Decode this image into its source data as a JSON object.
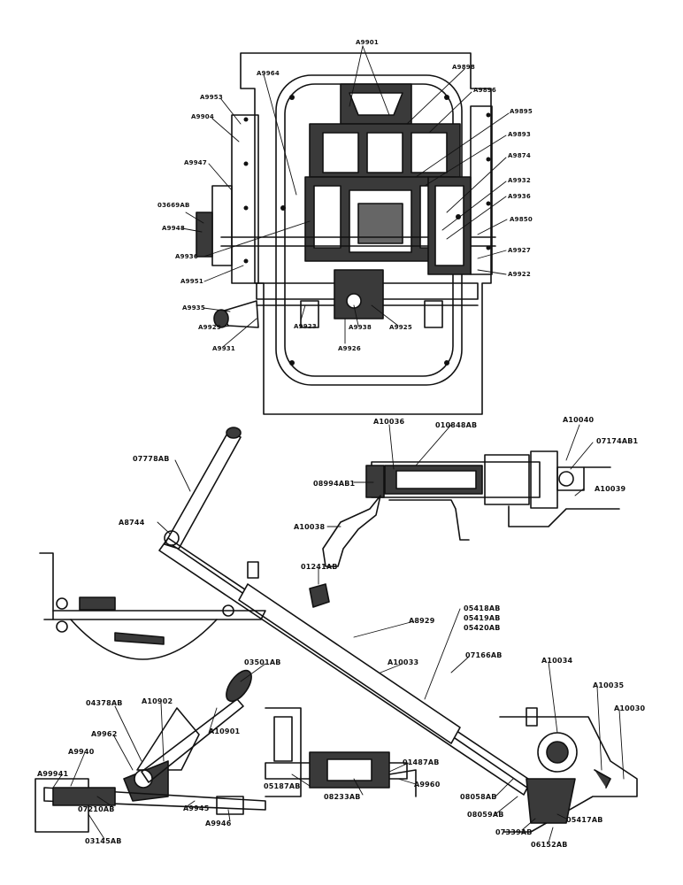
{
  "colors": {
    "ink": "#111111",
    "paper": "#ffffff",
    "shade": "#3a3a3a"
  },
  "top_view": {
    "labels": {
      "a9901": "A9901",
      "a9898": "A9898",
      "a9964": "A9964",
      "a9953": "A9953",
      "a9896": "A9896",
      "a9904": "A9904",
      "a9895": "A9895",
      "a9893": "A9893",
      "a9874": "A9874",
      "a9947": "A9947",
      "a9932": "A9932",
      "a9936r": "A9936",
      "a9850": "A9850",
      "p03669ab": "03669AB",
      "a9948": "A9948",
      "a9936l": "A9936",
      "a9927": "A9927",
      "a9922": "A9922",
      "a9951": "A9951",
      "a9935": "A9935",
      "a9923": "A9923",
      "a9938": "A9938",
      "a9925": "A9925",
      "a9929": "A9929",
      "a9931": "A9931",
      "a9926": "A9926"
    }
  },
  "bottom_view": {
    "labels": {
      "a10036": "A10036",
      "p010848ab": "010848AB",
      "a10040": "A10040",
      "p07174ab1": "07174AB1",
      "p08994ab1": "08994AB1",
      "a10039": "A10039",
      "a10038": "A10038",
      "p07778ab": "07778AB",
      "a8744": "A8744",
      "p01241ab": "01241AB",
      "a8929": "A8929",
      "p05418ab": "05418AB",
      "p05419ab": "05419AB",
      "p05420ab": "05420AB",
      "a10033": "A10033",
      "p07166ab": "07166AB",
      "p03501ab": "03501AB",
      "p04378ab": "04378AB",
      "a10902": "A10902",
      "a10034": "A10034",
      "a10035": "A10035",
      "a10030": "A10030",
      "a9962": "A9962",
      "a10901": "A10901",
      "a9940": "A9940",
      "a99941": "A99941",
      "p01487ab": "01487AB",
      "a9960": "A9960",
      "p05187ab": "05187AB",
      "p08233ab": "08233AB",
      "p07210ab": "07210AB",
      "a9945": "A9945",
      "a9946": "A9946",
      "p03145ab": "03145AB",
      "p08058ab": "08058AB",
      "p08059ab": "08059AB",
      "p07339ab": "07339AB",
      "p06152ab": "06152AB",
      "p05417ab": "05417AB"
    }
  }
}
